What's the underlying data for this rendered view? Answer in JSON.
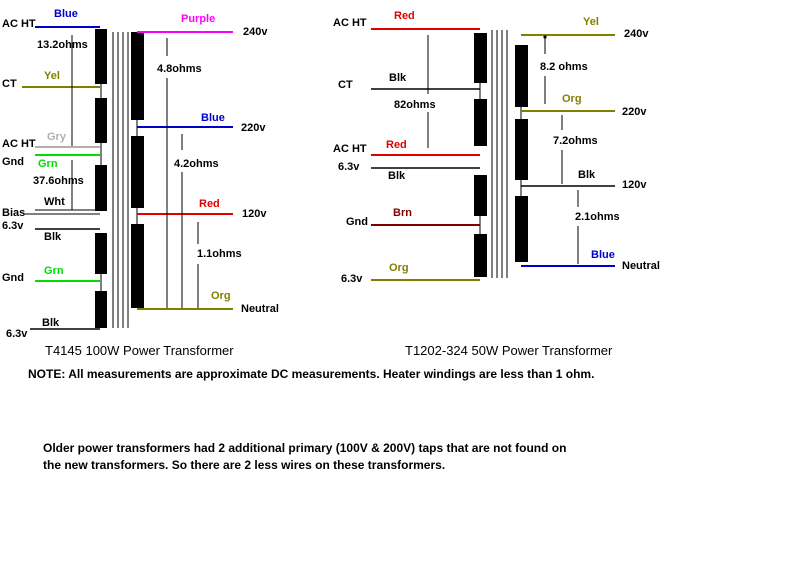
{
  "colors": {
    "blue": "#0000cc",
    "purple": "#ff00ff",
    "red": "#e00000",
    "yellow": "#808000",
    "green": "#00dd00",
    "gray": "#b0b0b0",
    "brown": "#800000",
    "black": "#000000"
  },
  "t1": {
    "title": "T4145 100W Power Transformer",
    "left": {
      "ac_ht_top": "AC HT",
      "ct": "CT",
      "ac_ht_bottom": "AC HT",
      "gnd1": "Gnd",
      "bias": "Bias",
      "v63_top": "6.3v",
      "gnd2": "Gnd",
      "v63_bottom": "6.3v"
    },
    "wires": {
      "blue": "Blue",
      "yel": "Yel",
      "gry": "Gry",
      "grn1": "Grn",
      "wht": "Wht",
      "blk1": "Blk",
      "grn2": "Grn",
      "blk2": "Blk",
      "purple": "Purple",
      "blue_r": "Blue",
      "red_r": "Red",
      "org": "Org"
    },
    "resistances": {
      "r1": "13.2ohms",
      "r2": "37.6ohms",
      "r3": "4.8ohms",
      "r4": "4.2ohms",
      "r5": "1.1ohms"
    },
    "right": {
      "v240": "240v",
      "v220": "220v",
      "v120": "120v",
      "neutral": "Neutral"
    }
  },
  "t2": {
    "title": "T1202-324 50W Power Transformer",
    "left": {
      "ac_ht_top": "AC HT",
      "ct": "CT",
      "ac_ht_bottom": "AC HT",
      "v63_top": "6.3v",
      "gnd": "Gnd",
      "v63_bottom": "6.3v"
    },
    "wires": {
      "red1": "Red",
      "blk1": "Blk",
      "red2": "Red",
      "blk2": "Blk",
      "brn": "Brn",
      "org_l": "Org",
      "yel": "Yel",
      "org_r": "Org",
      "blk_r": "Blk",
      "blue": "Blue"
    },
    "resistances": {
      "r1": "82ohms",
      "r2": "8.2 ohms",
      "r3": "7.2ohms",
      "r4": "2.1ohms"
    },
    "right": {
      "v240": "240v",
      "v220": "220v",
      "v120": "120v",
      "neutral": "Neutral"
    }
  },
  "notes": {
    "note1": "NOTE: All measurements are approximate DC measurements. Heater windings are less than 1 ohm.",
    "note2_line1": "Older power transformers had 2 additional primary (100V & 200V) taps that are not found on",
    "note2_line2": "the new transformers. So there are 2 less wires on these transformers."
  }
}
